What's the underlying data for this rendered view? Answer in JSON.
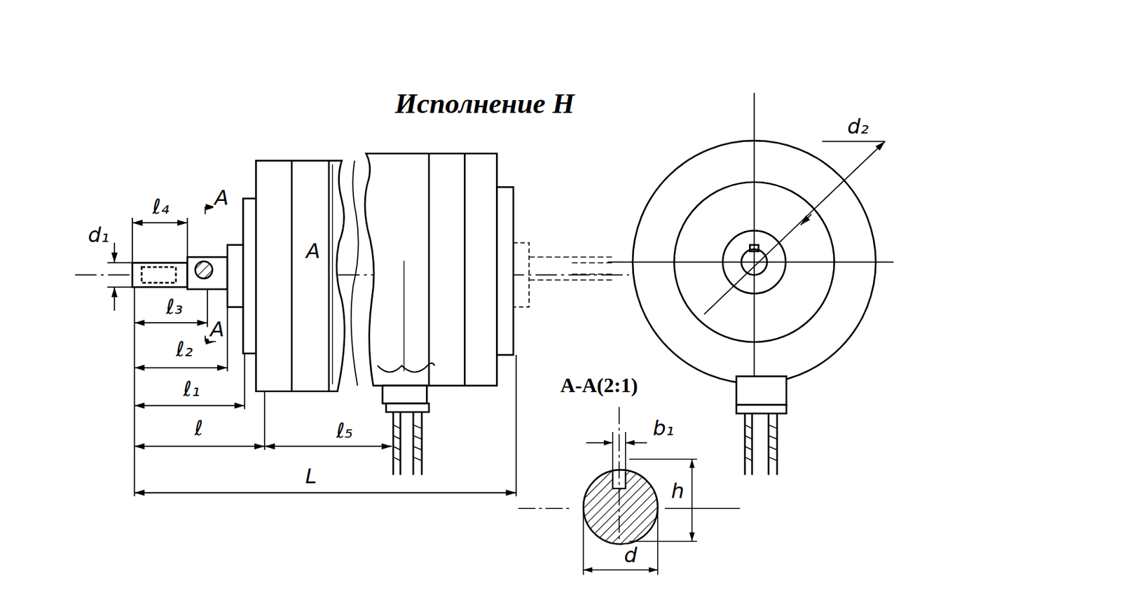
{
  "diagram": {
    "title": "Исполнение Н",
    "labels": [
      "ℓ₄",
      "A",
      "d₁",
      "ℓ₃",
      "A",
      "ℓ₂",
      "ℓ₁",
      "ℓ",
      "ℓ₅",
      "L",
      "A",
      "d₂",
      "A-A(2:1)",
      "b₁",
      "h",
      "d"
    ]
  }
}
